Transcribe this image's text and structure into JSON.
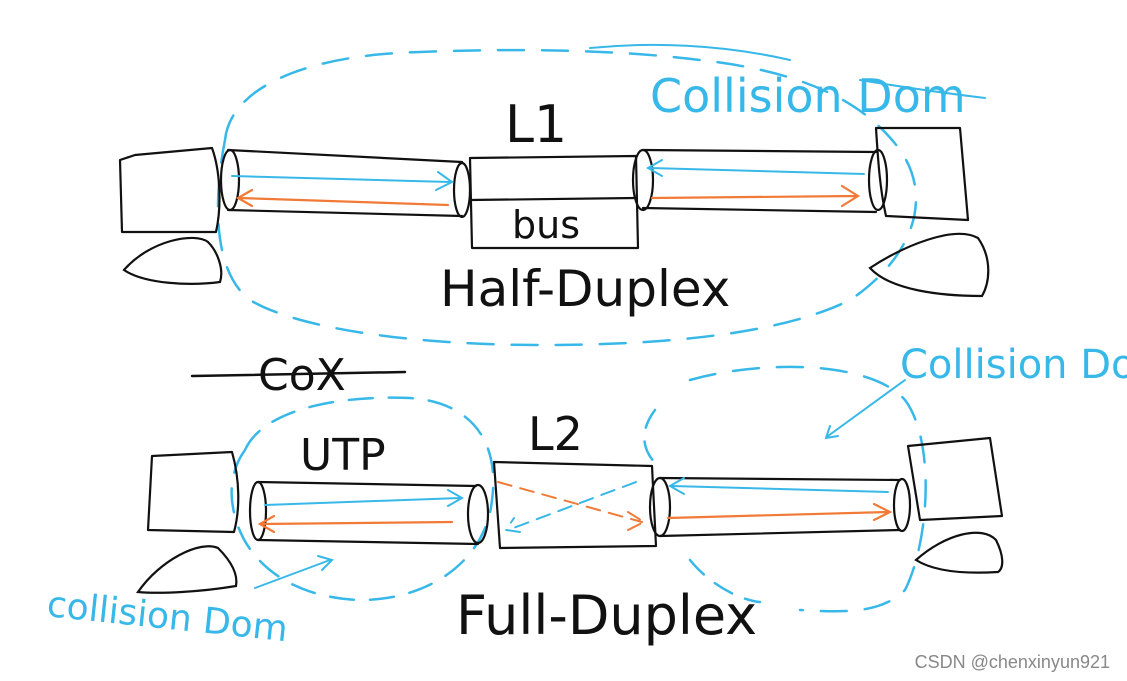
{
  "layer1": {
    "label": "L1",
    "device_label": "bus",
    "mode": "Half-Duplex",
    "domain_label": "Collision Dom"
  },
  "layer2": {
    "label": "L2",
    "struck_label": "CoX",
    "cable_label": "UTP",
    "mode": "Full-Duplex",
    "domain_label_right": "Collision Do",
    "domain_label_left": "collision Dom"
  },
  "watermark": "CSDN @chenxinyun921",
  "colors": {
    "ink": "#111111",
    "collision": "#38b8e8",
    "signal": "#f07a36"
  }
}
